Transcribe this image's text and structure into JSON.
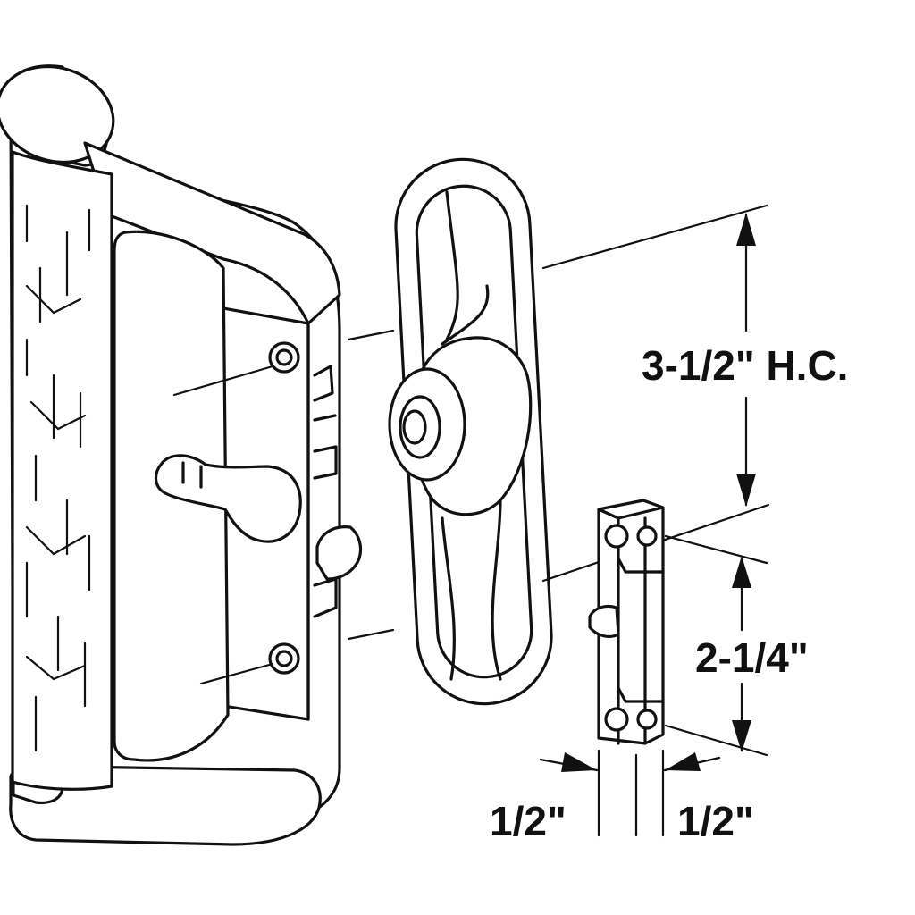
{
  "diagram": {
    "title": "",
    "parts": [
      "handle",
      "escutcheon",
      "keeper"
    ],
    "dimensions": {
      "hole_center": "3-1/2\" H.C.",
      "keeper_length": "2-1/4\"",
      "left_width": "1/2\"",
      "right_width": "1/2\""
    }
  }
}
